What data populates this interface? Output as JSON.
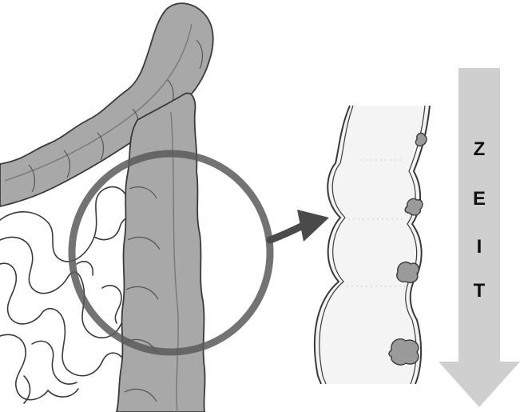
{
  "time_arrow": {
    "letters": [
      "Z",
      "E",
      "I",
      "T"
    ],
    "color": "#cfcfcf",
    "text_color": "#111111"
  },
  "colors": {
    "colon_fill": "#a8a8a8",
    "outline": "#3a3a3a",
    "magnifier_ring": "#5a5a5a",
    "pointer_arrow": "#4a4a4a",
    "polyp_fill": "#9a9a9a",
    "section_fill": "#f4f4f4"
  },
  "polyp_stages": 4
}
